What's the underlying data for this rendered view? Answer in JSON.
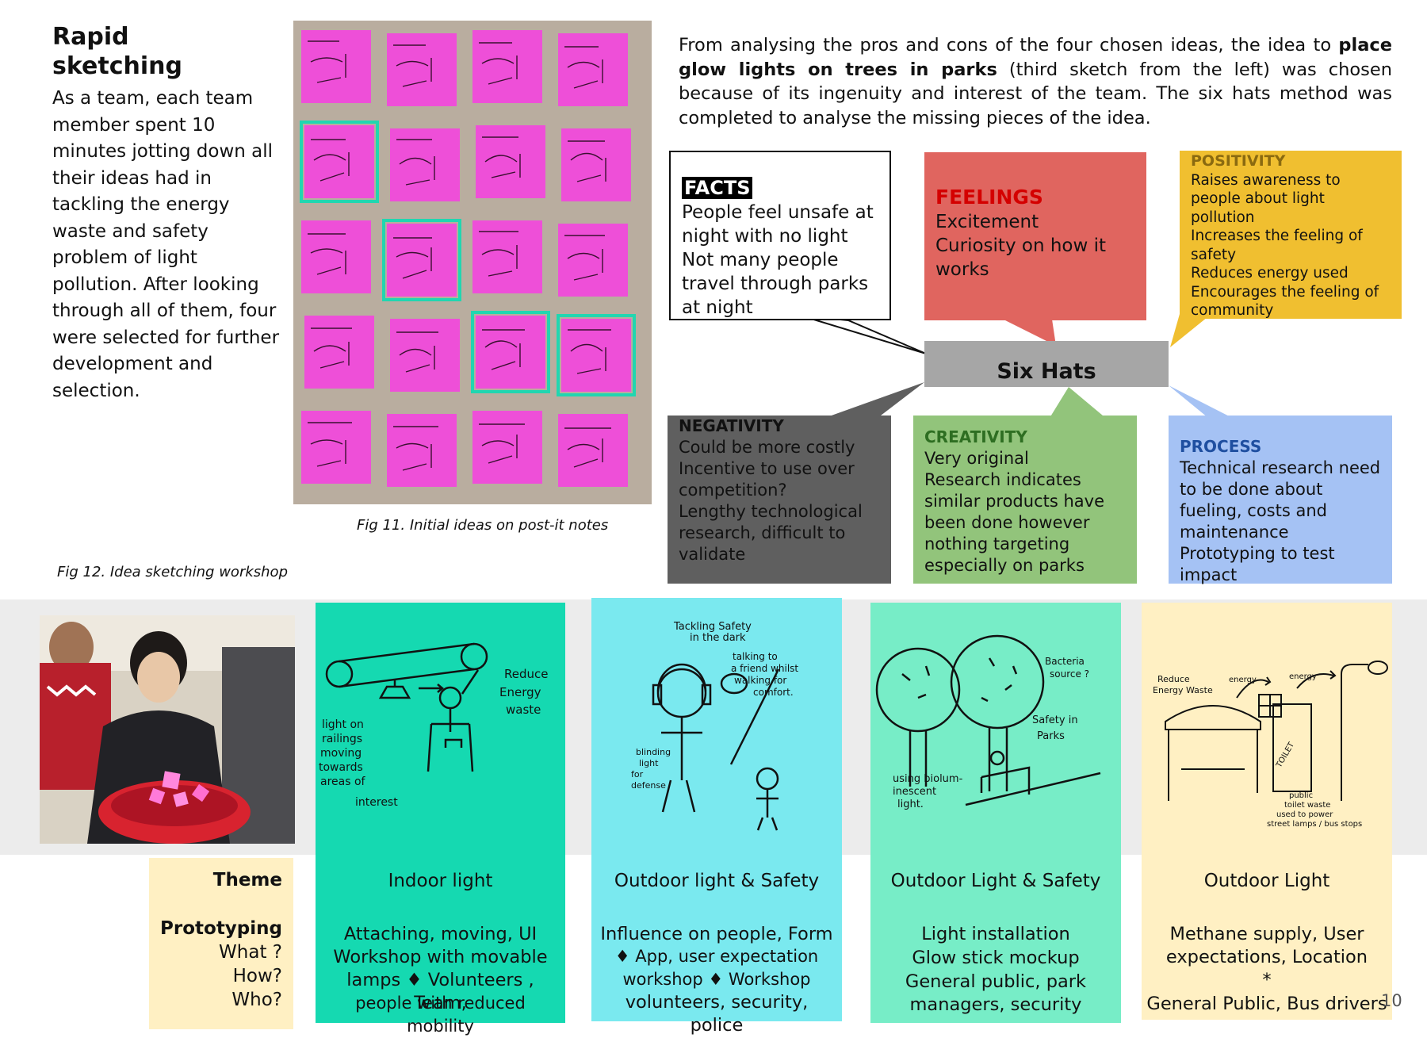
{
  "left": {
    "title_line1": "Rapid",
    "title_line2": "sketching",
    "intro": "As a team, each team member spent 10 minutes jotting down all their ideas had in tackling the energy waste and safety problem of light pollution. After looking through all of them, four were selected for further development and selection.",
    "fig11": "Fig 11. Initial ideas on post-it notes",
    "fig12": "Fig 12. Idea sketching workshop"
  },
  "intro_paragraph": {
    "before": "From analysing the pros and cons of the four chosen ideas, the idea to ",
    "bold": "place glow lights on trees in parks",
    "after": " (third sketch from the left) was chosen because of its ingenuity and interest of the team. The six hats method was completed to analyse the missing pieces of the idea."
  },
  "six_hats": {
    "center": "Six Hats",
    "facts": {
      "title": "FACTS",
      "lines": [
        "People feel unsafe at night with no light",
        "Not many people travel through parks at night"
      ]
    },
    "feelings": {
      "title": "FEELINGS",
      "lines": [
        "Excitement",
        "Curiosity on how it works"
      ]
    },
    "positivity": {
      "title": "POSITIVITY",
      "lines": [
        "Raises awareness to people about light pollution",
        "Increases the feeling of safety",
        "Reduces energy used",
        "Encourages the feeling of community"
      ]
    },
    "negativity": {
      "title": "NEGATIVITY",
      "lines": [
        "Could be more costly",
        "Incentive to use over competition?",
        "Lengthy technological research, difficult to validate"
      ]
    },
    "creativity": {
      "title": "CREATIVITY",
      "lines": [
        "Very original",
        "Research indicates similar products have been done however nothing targeting especially on parks"
      ]
    },
    "process": {
      "title": "PROCESS",
      "lines": [
        "Technical research need to be done about fueling, costs and maintenance",
        "Prototyping to test impact"
      ]
    },
    "colors": {
      "facts": "#ffffff",
      "feelings": "#e0655f",
      "positivity": "#f0bf30",
      "center": "#a6a6a6",
      "negativity": "#5f5f5f",
      "creativity": "#92c47b",
      "process": "#a5c2f4"
    }
  },
  "row_labels": {
    "theme": "Theme",
    "prototyping": "Prototyping",
    "what": "What ?",
    "how": "How?",
    "who": "Who?"
  },
  "cards": [
    {
      "sketch_notes": [
        "Reduce",
        "Energy",
        "waste",
        "light on",
        "railings",
        "moving",
        "towards",
        "areas of",
        "interest"
      ],
      "theme": "Indoor light",
      "what": "Attaching, moving, UI",
      "how": "Workshop with movable lamps ♦ Volunteers , Team,",
      "who": "people with reduced mobility",
      "color": "#15d9b1"
    },
    {
      "sketch_notes": [
        "Tackling Safety",
        "in the dark",
        "talking to",
        "a friend whilst",
        "walking for",
        "comfort.",
        "blinding",
        "light",
        "for",
        "defense"
      ],
      "theme": "Outdoor light & Safety",
      "what": "Influence on people, Form",
      "how": "♦ App, user expectation workshop ♦ Workshop",
      "who": "volunteers, security, police",
      "color": "#7ae9ef"
    },
    {
      "sketch_notes": [
        "Bacteria",
        "source ?",
        "Safety in",
        "Parks",
        "using biolum-",
        "inescent",
        "light."
      ],
      "theme": "Outdoor Light & Safety",
      "what": "Light installation",
      "how": "Glow stick mockup",
      "who": "General public, park managers, security",
      "color": "#77edc7"
    },
    {
      "sketch_notes": [
        "Reduce",
        "Energy Waste",
        "energy",
        "energy",
        "TOILET",
        "public",
        "toilet waste",
        "used to power",
        "street lamps / bus stops"
      ],
      "theme": "Outdoor Light",
      "what": "Methane supply, User expectations, Location",
      "how": "*",
      "who": "General Public, Bus drivers",
      "color": "#fff0c3"
    }
  ],
  "page_number": "10"
}
